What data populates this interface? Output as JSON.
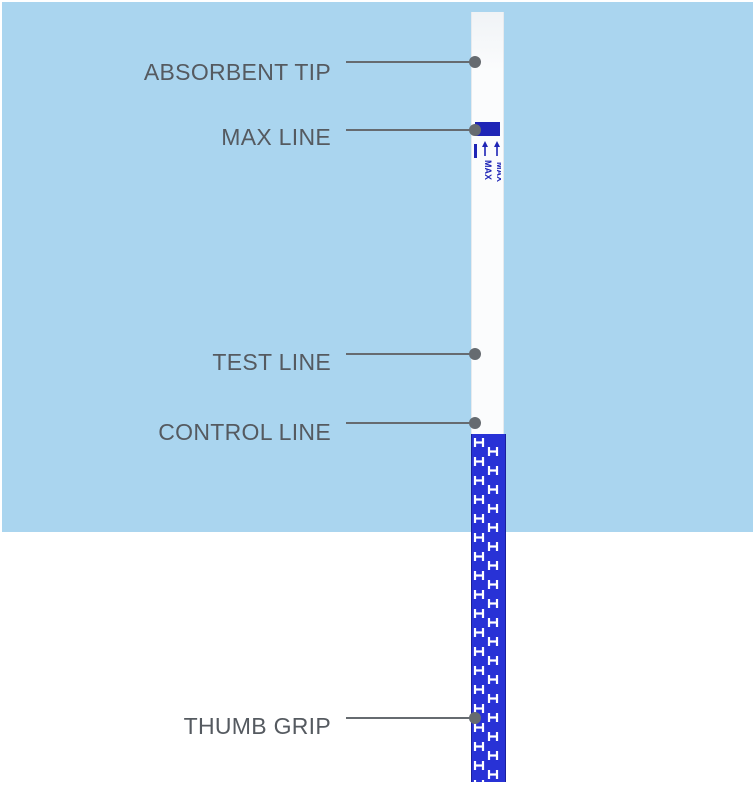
{
  "labels": {
    "absorbent_tip": "ABSORBENT TIP",
    "max_line": "MAX LINE",
    "test_line": "TEST LINE",
    "control_line": "CONTROL LINE",
    "thumb_grip": "THUMB GRIP"
  },
  "strip": {
    "max_marking_text": "MAX",
    "colors": {
      "background_panel": "#aad5ef",
      "strip_body": "#fbfcfd",
      "marking_blue": "#1f25b6",
      "grip_blue": "#2832d6",
      "callout_gray": "#666b70",
      "label_gray": "#555a60"
    }
  }
}
